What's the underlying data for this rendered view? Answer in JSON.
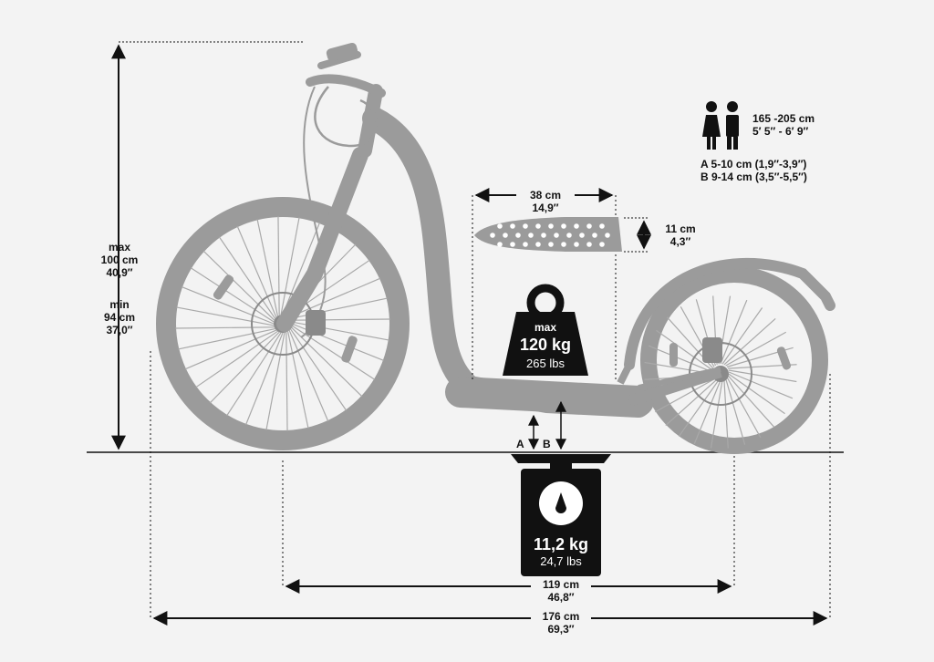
{
  "height": {
    "max_label": "max",
    "max_cm": "100 cm",
    "max_in": "40,9″",
    "min_label": "min",
    "min_cm": "94 cm",
    "min_in": "37,0″"
  },
  "rider": {
    "height_cm": "165 -205 cm",
    "height_ft": "5′ 5″ - 6′ 9″",
    "a_range": "A 5-10 cm (1,9″-3,9″)",
    "b_range": "B 9-14 cm (3,5″-5,5″)"
  },
  "deck": {
    "length_cm": "38 cm",
    "length_in": "14,9″",
    "width_cm": "11 cm",
    "width_in": "4,3″"
  },
  "max_load": {
    "label": "max",
    "kg": "120 kg",
    "lbs": "265 lbs"
  },
  "clearance": {
    "a": "A",
    "b": "B"
  },
  "weight": {
    "kg": "11,2 kg",
    "lbs": "24,7 lbs"
  },
  "wheelbase": {
    "cm": "119 cm",
    "in": "46,8″"
  },
  "total_length": {
    "cm": "176 cm",
    "in": "69,3″"
  },
  "colors": {
    "scooter": "#9b9b9b",
    "ink": "#111111",
    "background": "#f3f3f3"
  }
}
